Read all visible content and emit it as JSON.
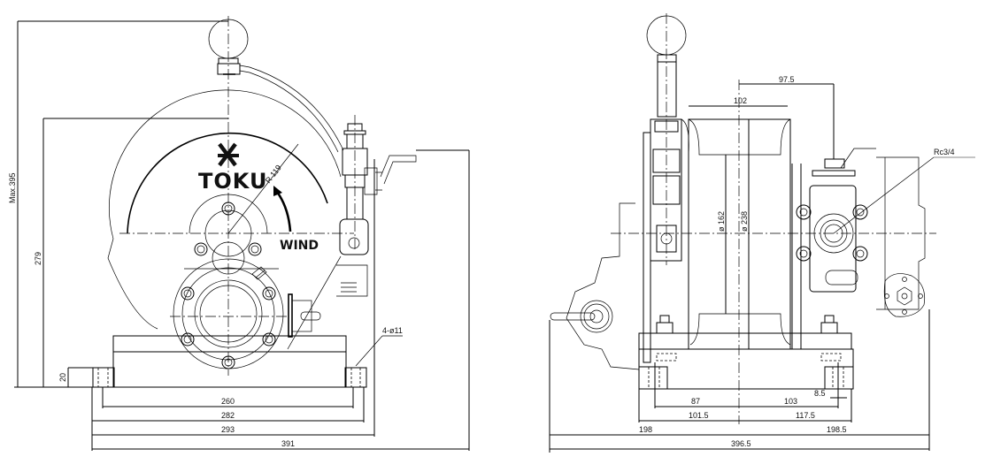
{
  "drawing": {
    "logo_text": "TOKU",
    "front_view": {
      "direction_label": "WIND",
      "radius_label": "R 119",
      "hole_note": "4-ø11",
      "height_max_label": "Max.395",
      "height_label": "279",
      "base_height_label": "20",
      "width_labels": [
        "260",
        "282",
        "293",
        "391"
      ]
    },
    "side_view": {
      "top_labels": [
        "97.5",
        "102"
      ],
      "drum_diameter_labels": [
        "ø 162",
        "ø 238"
      ],
      "port_label": "Rc3/4",
      "offset_label": "8.5",
      "bottom_labels": {
        "left_inner": "87",
        "right_inner": "103",
        "left_mid": "101.5",
        "right_mid": "117.5",
        "left_outer": "198",
        "right_outer": "198.5",
        "total": "396.5"
      }
    }
  }
}
